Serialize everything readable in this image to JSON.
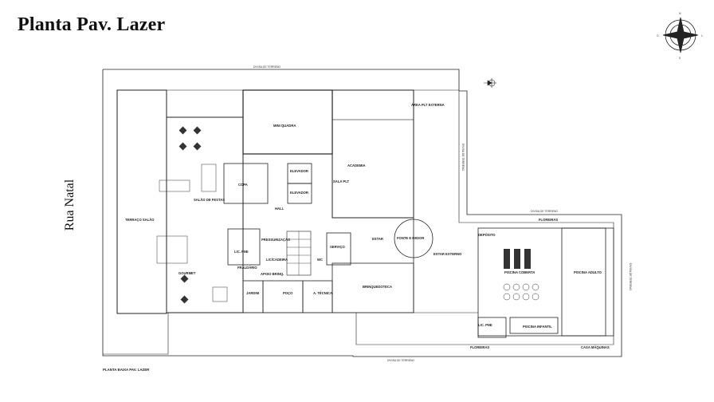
{
  "title": "Planta Pav. Lazer",
  "street_label": "Rua Natal",
  "caption": "PLANTA BAIXA PAV. LAZER",
  "compass": {
    "icon": "compass-rose-icon",
    "letters": [
      "N",
      "L",
      "S",
      "O"
    ]
  },
  "boundary_labels": {
    "top": "DIVISA DE TERRENO",
    "right_upper": "DIVISA DE TERRENO",
    "right_mid": "DIVISA DE TERRENO",
    "right_lower": "DIVISA DE TERRENO",
    "bottom": "DIVISA DE TERRENO"
  },
  "rooms": {
    "mini_quadra": "MINI QUADRA",
    "area_plt_externa": "ÁREA PLT EXTERNA",
    "academia": "ACADEMIA",
    "elevador_1": "ELEVADOR",
    "elevador_2": "ELEVADOR",
    "copa": "COPA",
    "sala_plt": "SALA PLT",
    "salao_de_festas": "SALÃO DE FESTAS",
    "hall": "HALL",
    "terraco_salao": "TERRAÇO SALÃO",
    "estar": "ESTAR",
    "fonte_e_redor": "FONTE E REDOR",
    "estar_externo": "ESTAR EXTERNO",
    "floreiras_top": "FLOREIRAS",
    "floreiras_bottom": "FLOREIRAS",
    "gourmet": "GOURMET",
    "lic_pne": "LIC. PNE",
    "fraldario": "FRALDÁRIO",
    "pressurizacao": "PRESSURIZAÇÃO",
    "lic_cadeira": "LIC/CADEIRA",
    "apoio_brinq": "APOIO BRINQ.",
    "brinquedoteca": "BRINQUEDOTECA",
    "servico": "SERVIÇO",
    "wc": "WC",
    "jardim": "JARDIM",
    "poco": "POÇO",
    "a_tecnica": "A. TÉCNICA",
    "piscina_coberta": "PISCINA COBERTA",
    "piscina_adulto": "PISCINA ADULTO",
    "piscina_infantil": "PISCINA INFANTIL",
    "casa_maquinas": "CASA MÁQUINAS",
    "lic_pne_2": "LIC. PNE",
    "deposito": "DEPÓSITO"
  }
}
